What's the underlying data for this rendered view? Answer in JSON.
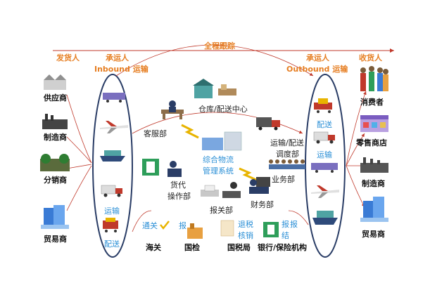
{
  "top": {
    "tracking": "全程跟踪"
  },
  "headers": {
    "shipper": "发货人",
    "carrier_in": "承运人",
    "carrier_in_sub": "Inbound 运输",
    "carrier_out": "承运人",
    "carrier_out_sub": "Outbound 运输",
    "receiver": "收货人"
  },
  "shippers": [
    "供应商",
    "制造商",
    "分销商",
    "贸易商"
  ],
  "receivers": [
    "消费者",
    "零售商店",
    "制造商",
    "贸易商"
  ],
  "inbound": {
    "transport": "运输",
    "delivery": "配送"
  },
  "outbound": {
    "delivery": "配送",
    "transport": "运输"
  },
  "center": {
    "warehouse": "仓库/配送中心",
    "customer_service": "客服部",
    "system_line1": "综合物流",
    "system_line2": "管理系统",
    "transport_line": "运输/配送",
    "dispatch": "调度部",
    "business": "业务部",
    "forwarder_line1": "货代",
    "forwarder_line2": "操作部",
    "customs_dept": "报关部",
    "finance": "财务部"
  },
  "agencies": {
    "clearance": "通关",
    "customs": "海关",
    "inspect_report": "报",
    "inspection": "国检",
    "tax_refund": "退税",
    "verify": "核销",
    "tax_bureau": "国税局",
    "settle_report": "报",
    "settle_line1": "报",
    "settle_line2_a": "结",
    "bank": "银行/保险机构"
  },
  "colors": {
    "accent_orange": "#e67e22",
    "text_blue": "#2b8fd6",
    "arrow_red": "#c0392b",
    "ellipse": "#2a3d66"
  }
}
